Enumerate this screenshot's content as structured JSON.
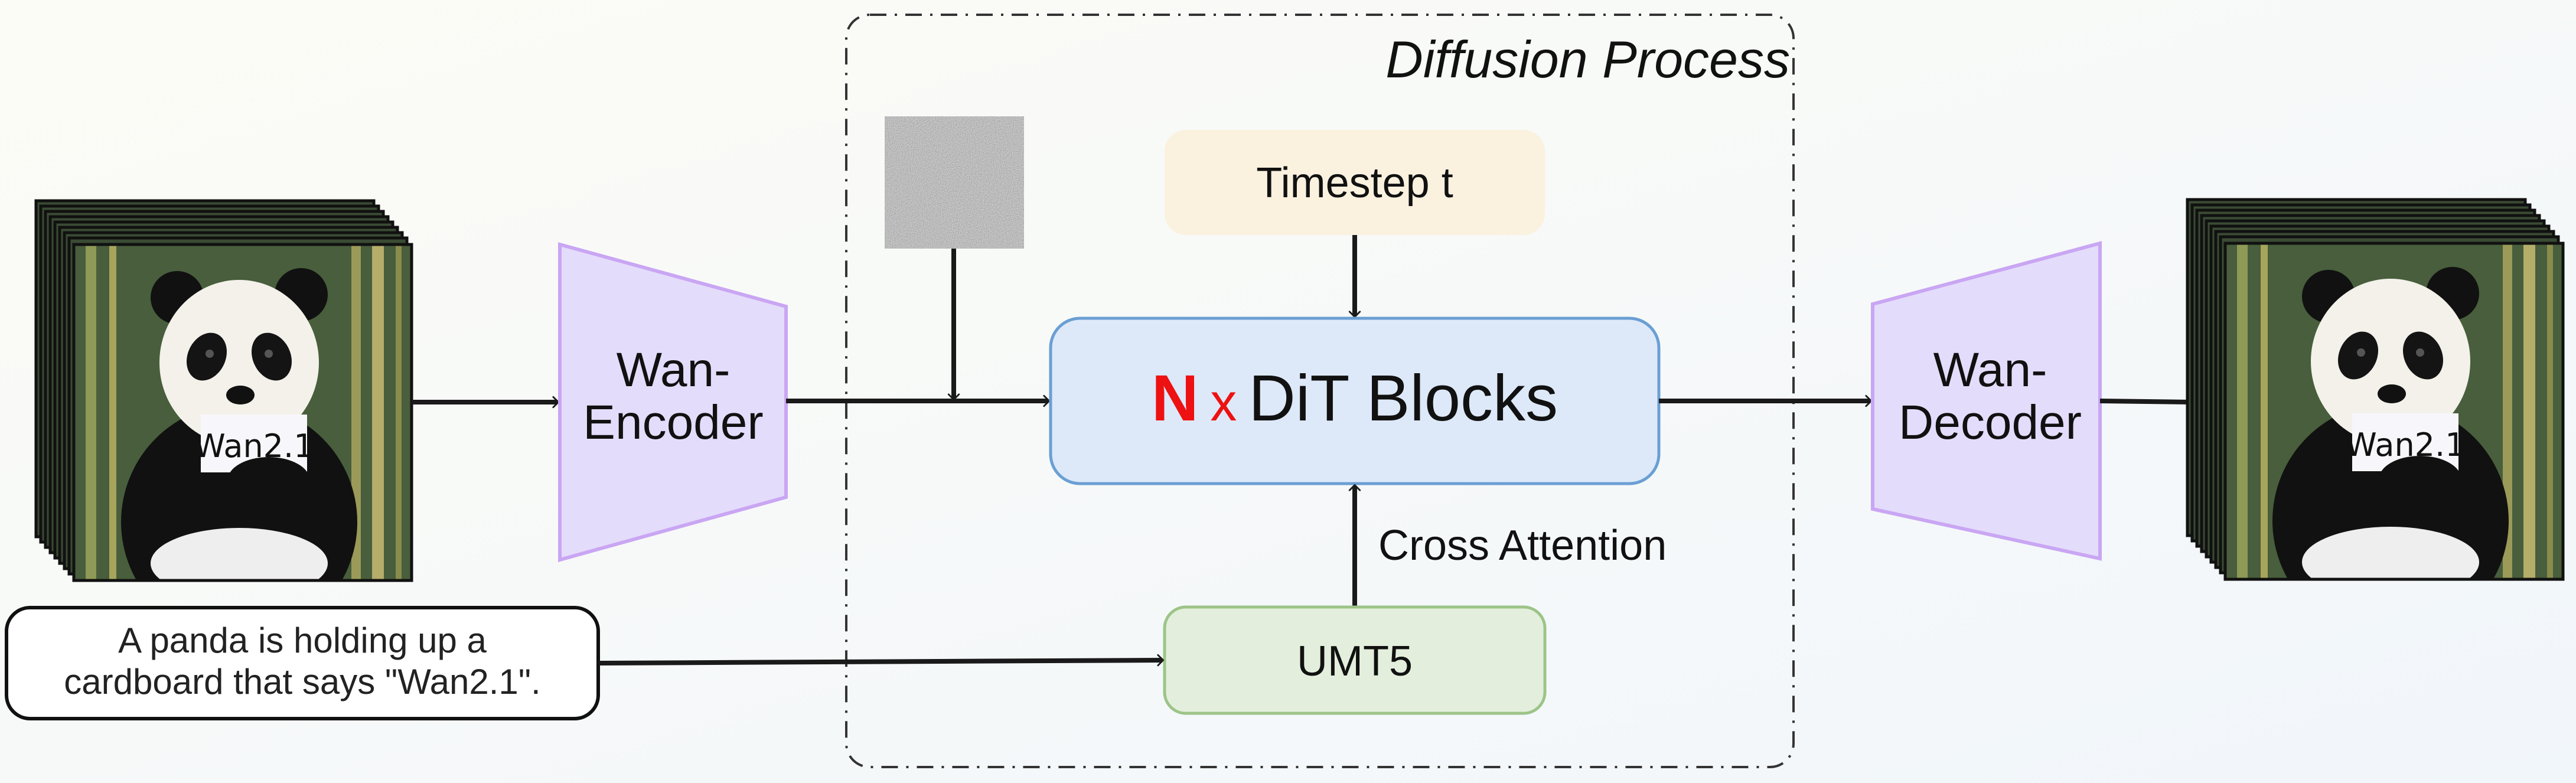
{
  "diagram": {
    "group_label": "Diffusion Process",
    "input_video": {
      "sign_text": "Wan2.1"
    },
    "output_video": {
      "sign_text": "Wan2.1"
    },
    "encoder": {
      "line1": "Wan-",
      "line2": "Encoder"
    },
    "decoder": {
      "line1": "Wan-",
      "line2": "Decoder"
    },
    "prompt": {
      "line1": "A panda is holding up a",
      "line2": "cardboard that says \"Wan2.1\"."
    },
    "timestep": {
      "label": "Timestep t"
    },
    "dit": {
      "n": "N",
      "x": "x",
      "label": "DiT Blocks"
    },
    "cross_attention": {
      "label": "Cross Attention"
    },
    "text_encoder": {
      "label": "UMT5"
    },
    "colors": {
      "encoder_fill": "#e4dcfb",
      "encoder_stroke": "#c9a6f3",
      "timestep_fill": "#faf1df",
      "dit_fill": "#dde9f9",
      "dit_stroke": "#6a9fd3",
      "umt5_fill": "#e3efdc",
      "umt5_stroke": "#9cc488",
      "accent_red": "#ee1111"
    }
  }
}
